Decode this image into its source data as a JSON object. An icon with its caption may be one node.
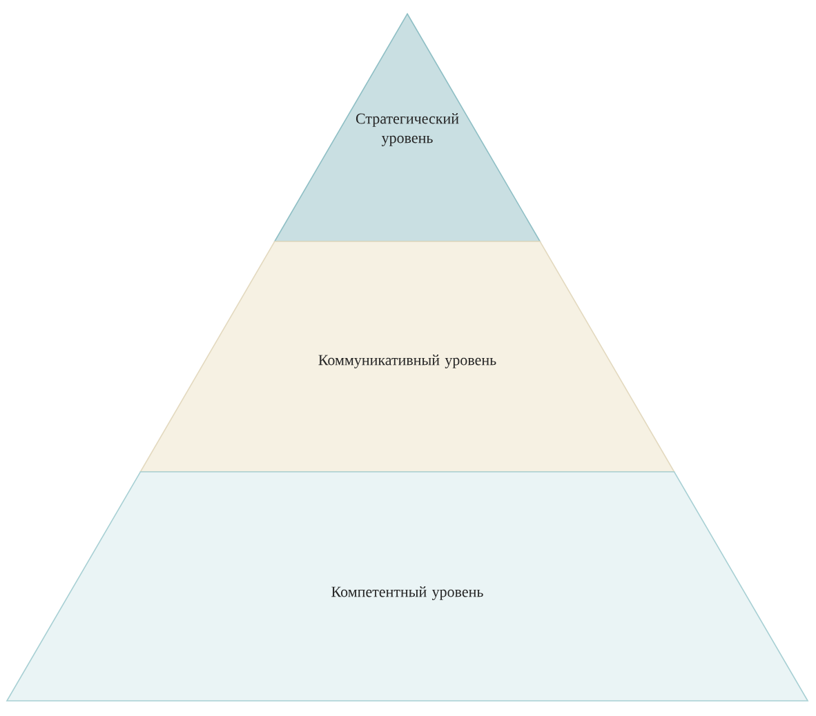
{
  "diagram": {
    "nodes": [
      {
        "text": [
          "Стратегический уровень"
        ]
      },
      {
        "text": [
          "Коммуникативный уровень"
        ]
      },
      {
        "text": [
          "Компетентный уровень"
        ]
      }
    ]
  }
}
